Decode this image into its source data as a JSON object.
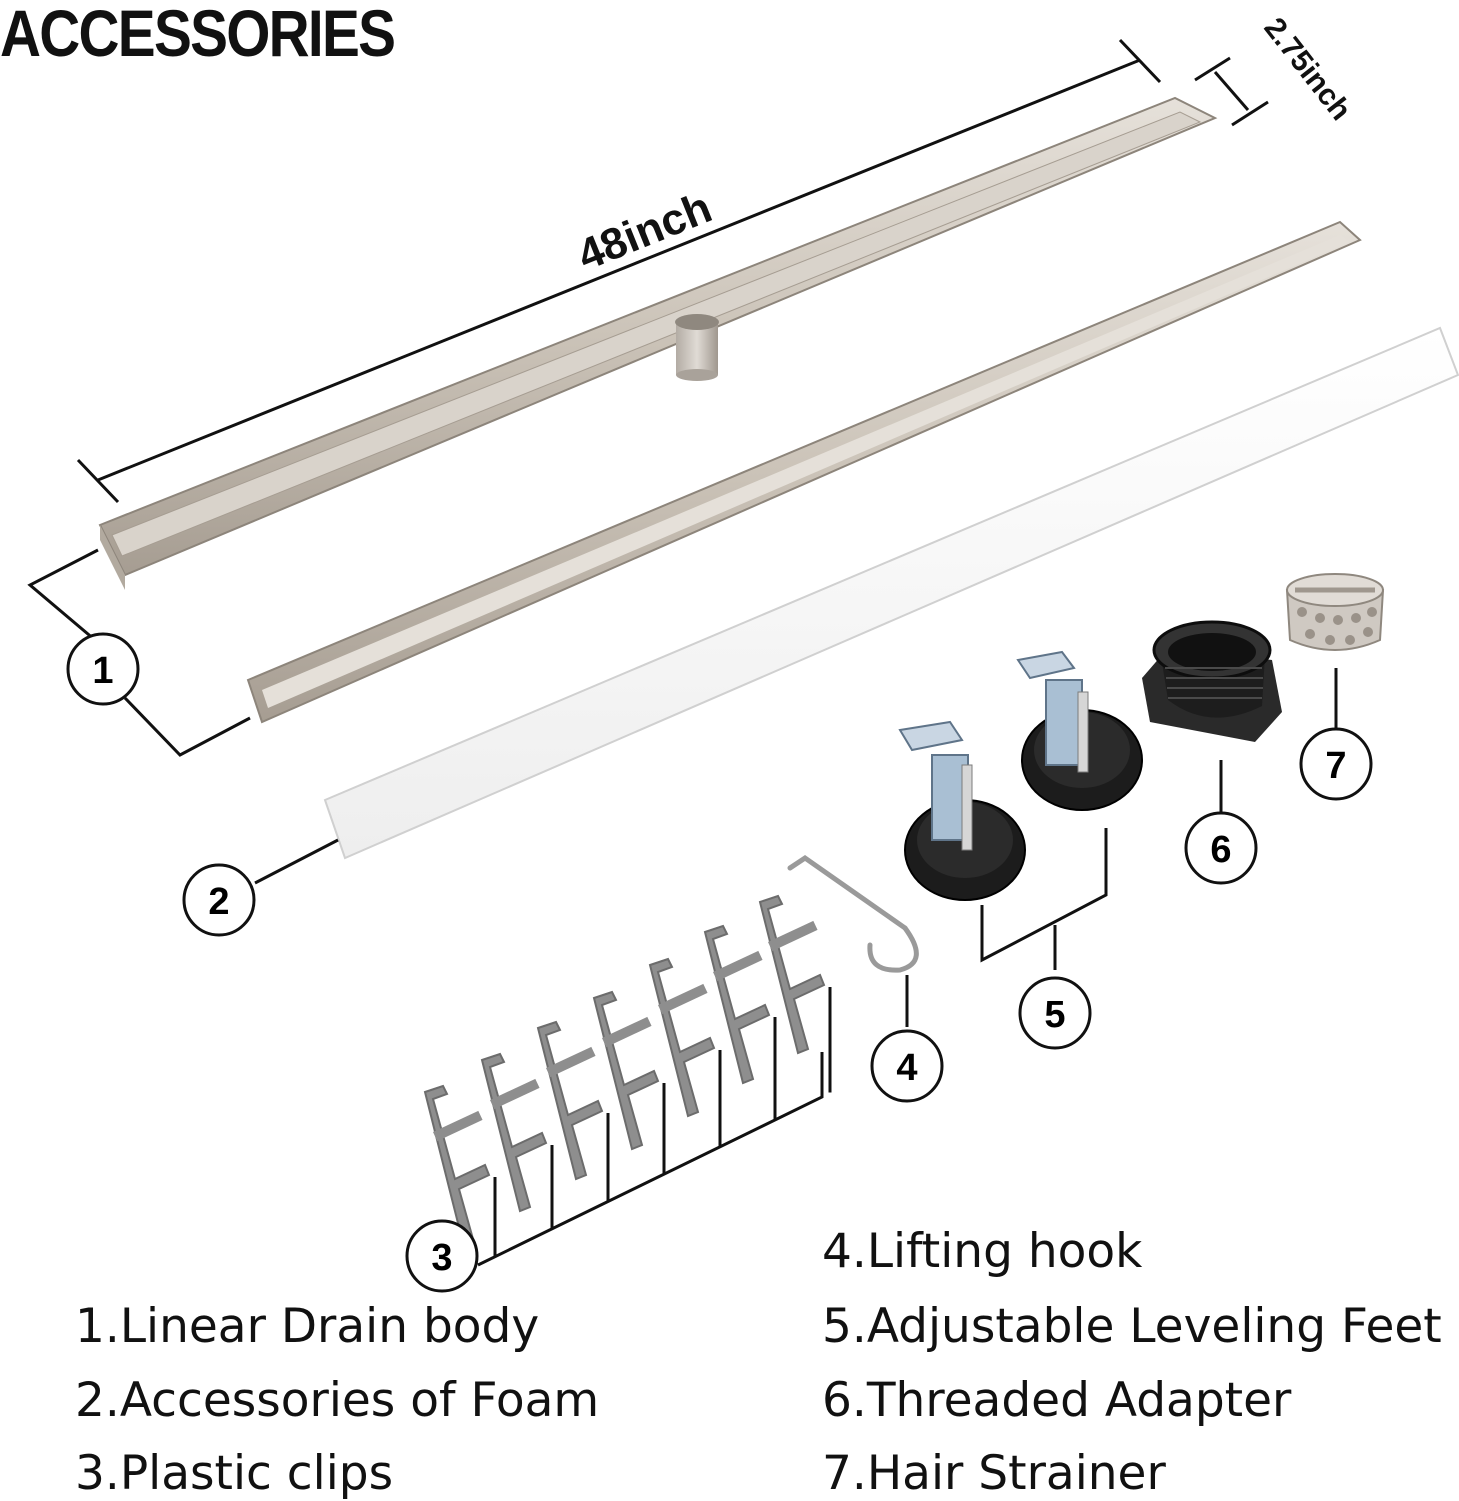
{
  "title": "ACCESSORIES",
  "dimensions": {
    "length": "48inch",
    "width": "2.75inch"
  },
  "callouts": [
    "1",
    "2",
    "3",
    "4",
    "5",
    "6",
    "7"
  ],
  "legend": [
    "1.Linear Drain body",
    "2.Accessories of Foam",
    "3.Plastic clips",
    "4.Lifting hook",
    "5.Adjustable Leveling Feet",
    "6.Threaded Adapter",
    "7.Hair Strainer"
  ],
  "colors": {
    "steel": "#cfc8bf",
    "steel_dark": "#a39b90",
    "foam": "#ffffff",
    "clip": "#8e8e8e",
    "black_part": "#1d1d1d",
    "bracket": "#9fb4c8"
  }
}
